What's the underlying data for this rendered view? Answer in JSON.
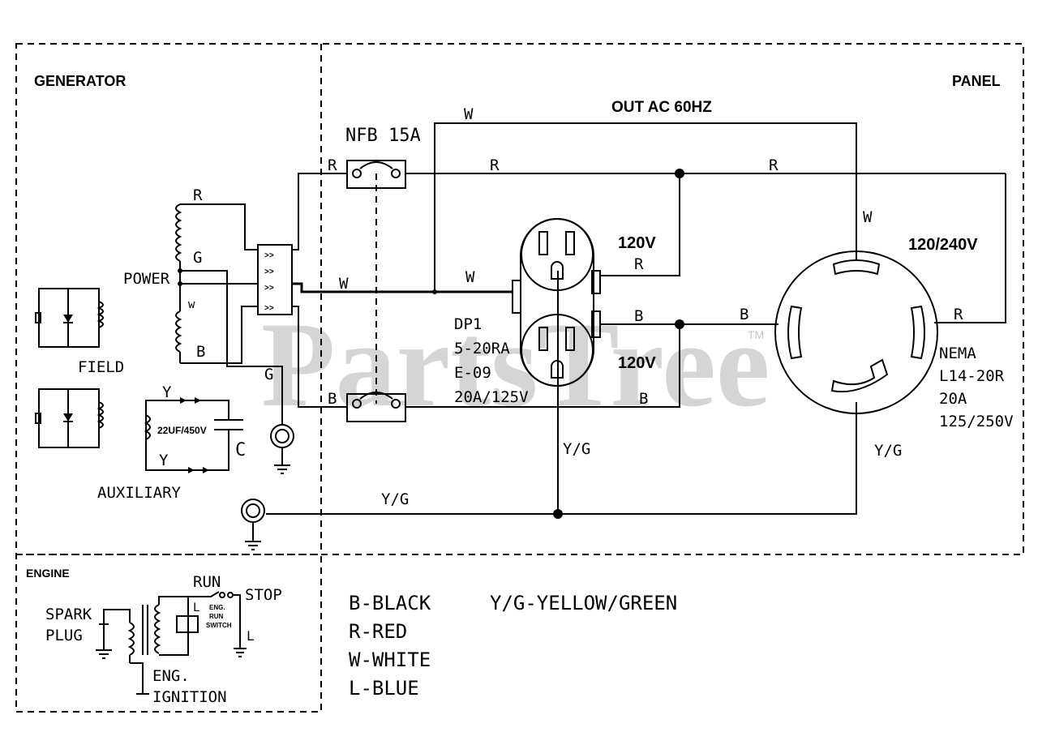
{
  "sections": {
    "generator": "GENERATOR",
    "panel": "PANEL",
    "engine": "ENGINE"
  },
  "watermark": {
    "text": "PartsTree",
    "tm": "TM"
  },
  "labels": {
    "out_ac": "OUT  AC  60HZ",
    "nfb": "NFB 15A",
    "power": "POWER",
    "field": "FIELD",
    "auxiliary": "AUXILIARY",
    "capacitor_value": "22UF/450V",
    "capacitor": "C",
    "v120_top": "120V",
    "v120_bottom": "120V",
    "v120_240": "120/240V",
    "receptacle_dp1": [
      "DP1",
      "5-20RA",
      "E-09",
      "20A/125V"
    ],
    "nema": [
      "NEMA",
      "L14-20R",
      "20A",
      "125/250V"
    ],
    "spark_plug": [
      "SPARK",
      "PLUG"
    ],
    "eng_ignition": [
      "ENG.",
      "IGNITION"
    ],
    "run": "RUN",
    "stop": "STOP",
    "switch": [
      "ENG.",
      "RUN",
      "SWITCH"
    ],
    "wire_L": "L"
  },
  "wire_labels": {
    "R": "R",
    "W": "W",
    "B": "B",
    "G": "G",
    "Y": "Y",
    "YG": "Y/G",
    "w_small": "w"
  },
  "legend": {
    "items": [
      "B-BLACK",
      "R-RED",
      "W-WHITE",
      "L-BLUE"
    ],
    "extra": "Y/G-YELLOW/GREEN"
  }
}
